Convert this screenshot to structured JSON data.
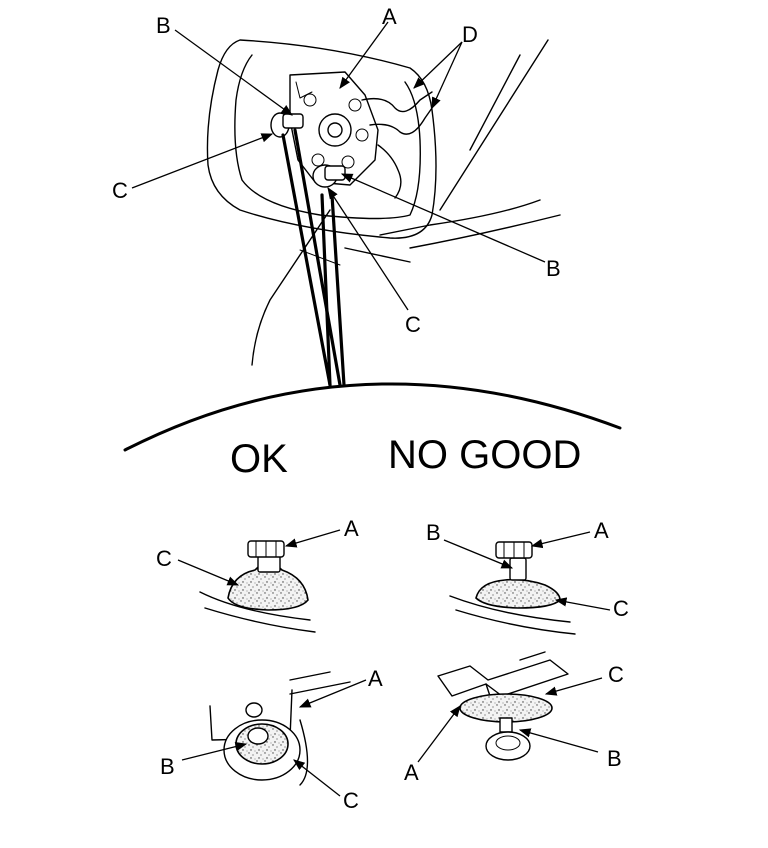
{
  "labels": {
    "a": "A",
    "b": "B",
    "c": "C",
    "d": "D"
  },
  "captions": {
    "ok": "OK",
    "no_good": "NO GOOD"
  }
}
